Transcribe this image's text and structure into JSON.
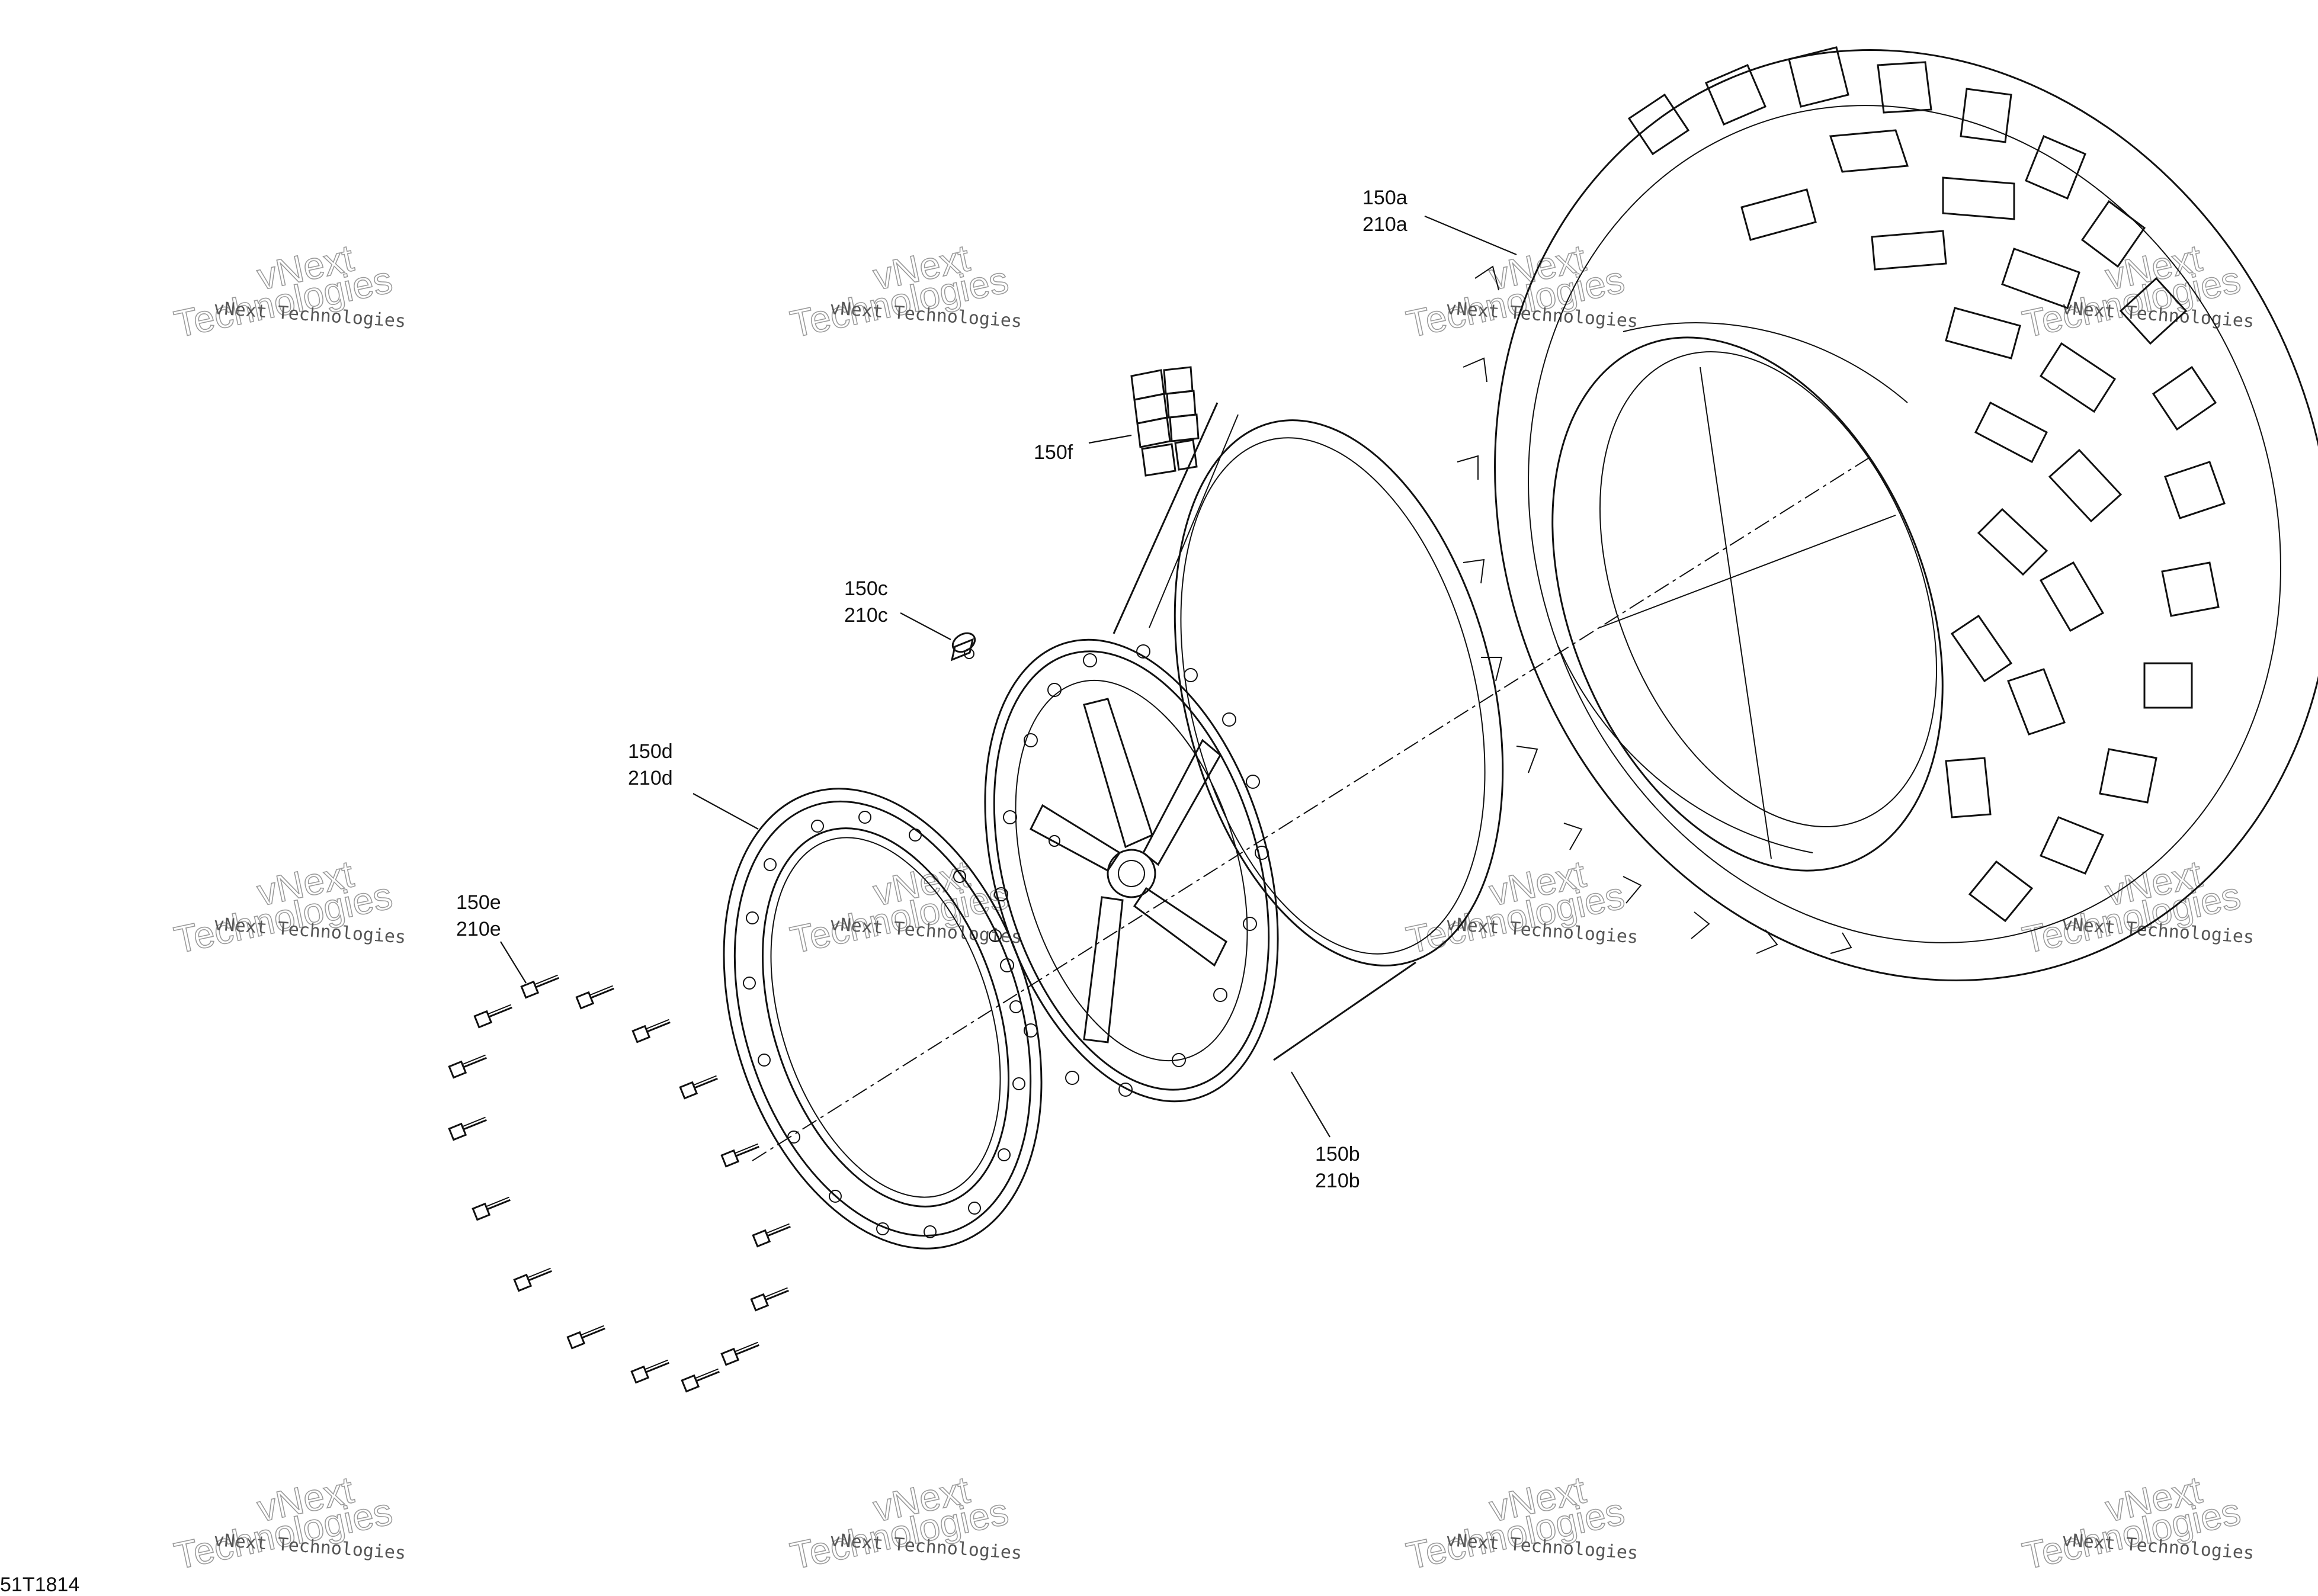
{
  "figure_code": "51T1814",
  "watermark": {
    "line1": "vNext Technologies",
    "line2_a": "vNext",
    "line2_b": "Technologies"
  },
  "callouts": {
    "tire": {
      "line1": "150a",
      "line2": "210a"
    },
    "wheel": {
      "line1": "150b",
      "line2": "210b"
    },
    "valve": {
      "line1": "150c",
      "line2": "210c"
    },
    "beadlock_ring": {
      "line1": "150d",
      "line2": "210d"
    },
    "screws": {
      "line1": "150e",
      "line2": "210e"
    },
    "decal": {
      "line1": "150f"
    }
  }
}
